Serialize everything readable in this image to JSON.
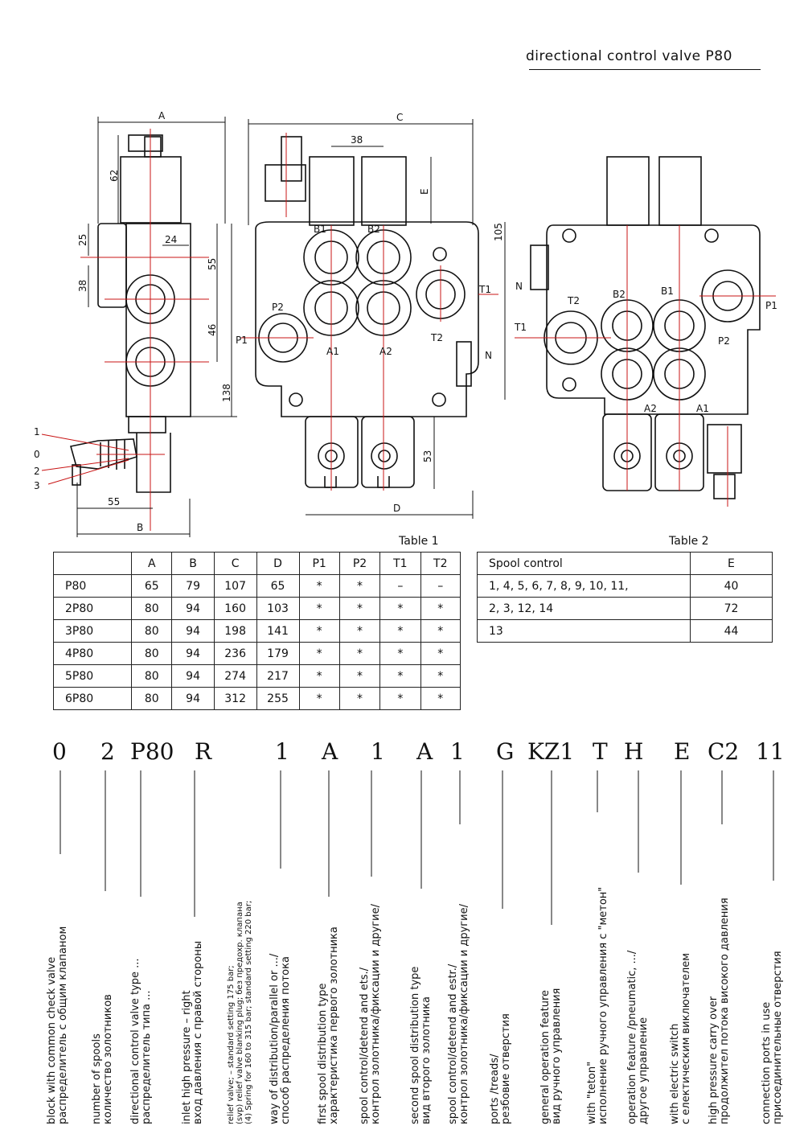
{
  "header": {
    "title": "directional control valve P80"
  },
  "drawing": {
    "dims": {
      "A": "A",
      "B": "B",
      "C": "C",
      "D": "D",
      "E": "E",
      "d62": "62",
      "d25": "25",
      "d24": "24",
      "d38a": "38",
      "d55a": "55",
      "d46": "46",
      "d138": "138",
      "d55b": "55",
      "d38b": "38",
      "d105": "105",
      "d53": "53"
    },
    "ports": {
      "B1": "B1",
      "B2": "B2",
      "P2": "P2",
      "P1": "P1",
      "A1": "A1",
      "A2": "A2",
      "T1": "T1",
      "T2": "T2",
      "N": "N"
    },
    "positions": {
      "p1": "1",
      "p0": "0",
      "p2": "2",
      "p3": "3"
    }
  },
  "table1": {
    "caption": "Table 1",
    "headers": [
      "",
      "A",
      "B",
      "C",
      "D",
      "P1",
      "P2",
      "T1",
      "T2"
    ],
    "rows": [
      [
        "P80",
        "65",
        "79",
        "107",
        "65",
        "*",
        "*",
        "–",
        "–"
      ],
      [
        "2P80",
        "80",
        "94",
        "160",
        "103",
        "*",
        "*",
        "*",
        "*"
      ],
      [
        "3P80",
        "80",
        "94",
        "198",
        "141",
        "*",
        "*",
        "*",
        "*"
      ],
      [
        "4P80",
        "80",
        "94",
        "236",
        "179",
        "*",
        "*",
        "*",
        "*"
      ],
      [
        "5P80",
        "80",
        "94",
        "274",
        "217",
        "*",
        "*",
        "*",
        "*"
      ],
      [
        "6P80",
        "80",
        "94",
        "312",
        "255",
        "*",
        "*",
        "*",
        "*"
      ]
    ]
  },
  "table2": {
    "caption": "Table 2",
    "headers": [
      "Spool control",
      "E"
    ],
    "rows": [
      [
        "1, 4, 5, 6, 7, 8, 9, 10, 11,",
        "40"
      ],
      [
        "2, 3, 12, 14",
        "72"
      ],
      [
        "13",
        "44"
      ]
    ]
  },
  "code": {
    "segments": [
      "0",
      "2",
      "P80",
      "R",
      "1",
      "A",
      "1",
      "A",
      "1",
      "G",
      "KZ1",
      "T",
      "H",
      "E",
      "C2",
      "11"
    ]
  },
  "legend": {
    "l0": [
      "block with common check valve",
      "распределитель с общим клапаном"
    ],
    "l1": [
      "number of spools",
      "количество золотников"
    ],
    "l2": [
      "directional control valve type ...",
      "распределитель типа ..."
    ],
    "l3": [
      "inlet high pressure – right",
      "вход давления с правой стороны"
    ],
    "l4": [
      "relief valve; – standard setting 175 bar;",
      "(svp) relief valve blanking plug; без предохр. клапана",
      "(4) Spring for 160 to 315 bar; standard setting 220 bar;"
    ],
    "l5": [
      "way of distribution/parallel or .../",
      "способ распределения потока"
    ],
    "l6": [
      "first spool distribution type",
      "характеристика первого золотника"
    ],
    "l7": [
      "spool control/detend and ets./",
      "контрол золотника/фиксации и другие/"
    ],
    "l8": [
      "second spool distribution type",
      "вид второго золотника"
    ],
    "l9": [
      "spool control/detend and estr./",
      "контрол золотника/фиксации и другие/"
    ],
    "l10": [
      "ports /treads/",
      "резбовие отверстия"
    ],
    "l11": [
      "general operation feature",
      "вид ручного управления"
    ],
    "l12": [
      "with \"teton\"",
      "исполнение ручного управления с \"метон\""
    ],
    "l13": [
      "operation feature /pneumatic, .../",
      "другое управление"
    ],
    "l14": [
      "with electric switch",
      "с електическим виключателем"
    ],
    "l15": [
      "high pressure carry over",
      "продолжител потока високого давления"
    ],
    "l16": [
      "connection ports in use",
      "присоединительные отверстия"
    ]
  }
}
